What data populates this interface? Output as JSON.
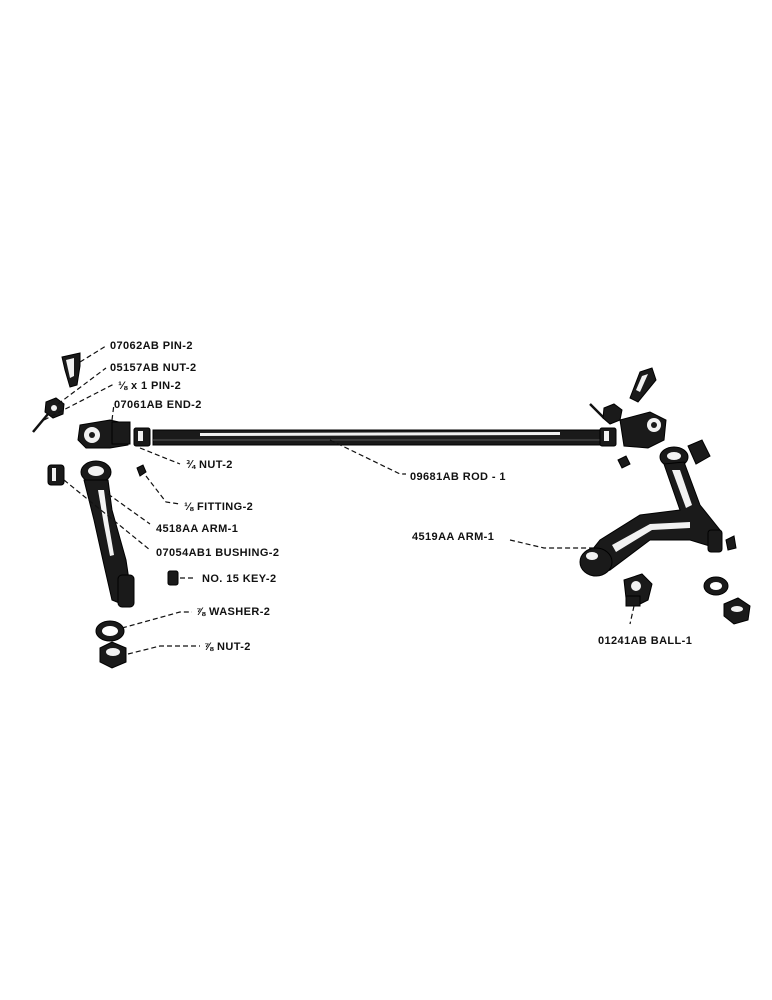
{
  "labels": {
    "pin_07062": "07062AB PIN-2",
    "nut_05157": "05157AB NUT-2",
    "cotter_pin": "⅛ x 1 PIN-2",
    "end_07061": "07061AB END-2",
    "nut_3_4": "¾ NUT-2",
    "fitting": "⅛ FITTING-2",
    "rod": "09681AB ROD - 1",
    "arm_4518": "4518AA ARM-1",
    "bushing": "07054AB1 BUSHING-2",
    "key": "NO. 15 KEY-2",
    "washer": "⅞ WASHER-2",
    "nut_7_8": "⅞ NUT-2",
    "arm_4519": "4519AA ARM-1",
    "ball": "01241AB BALL-1"
  }
}
